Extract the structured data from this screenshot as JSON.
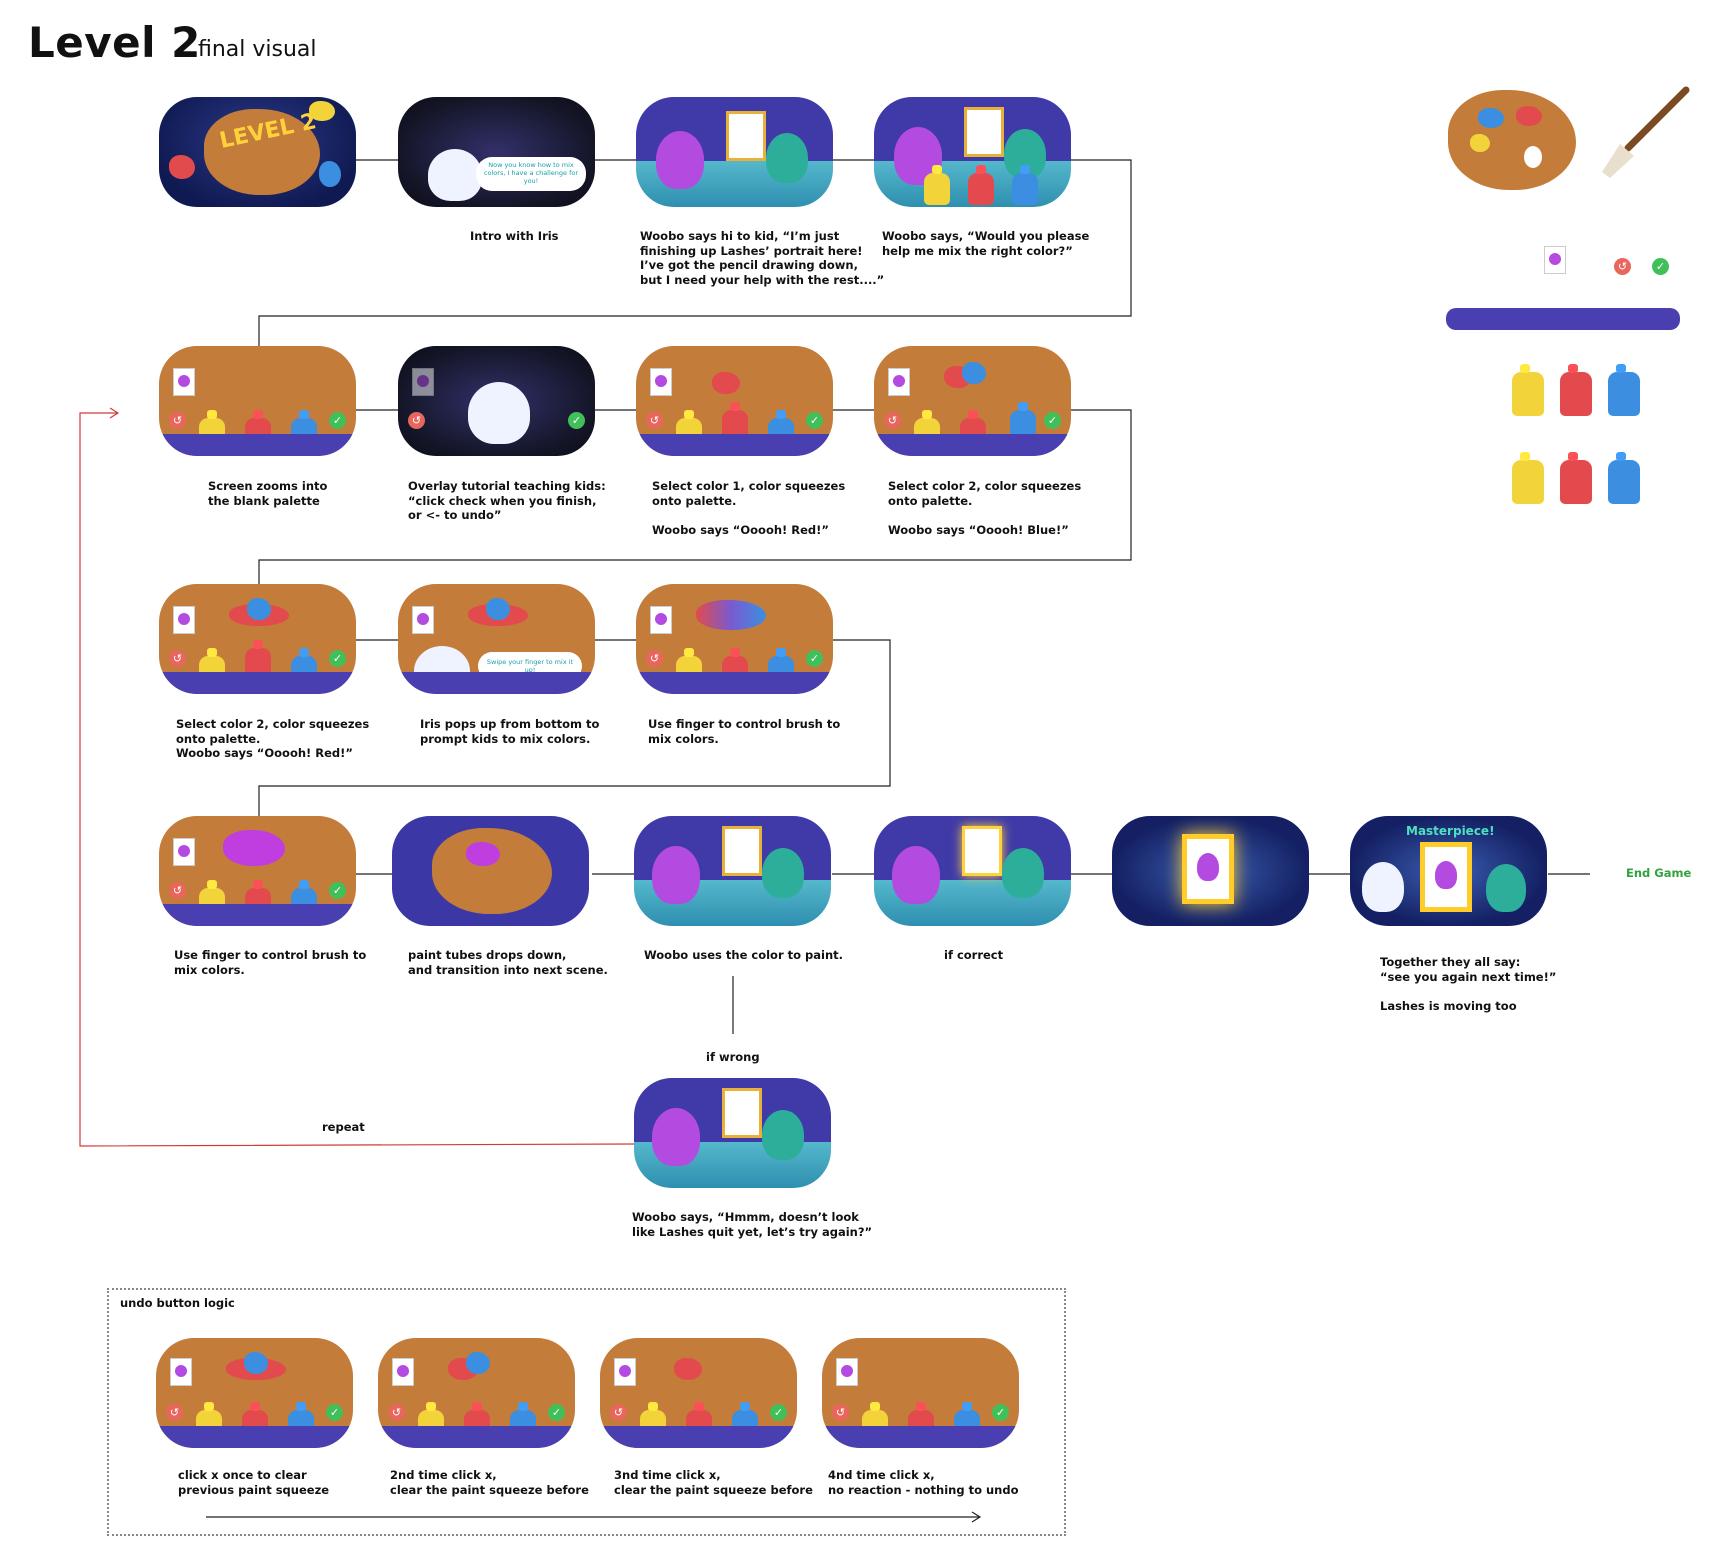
{
  "header": {
    "title": "Level 2",
    "subtitle": "final visual"
  },
  "frames": {
    "f1": {
      "kind": "level-title",
      "text": "LEVEL 2"
    },
    "f2": {
      "kind": "iris-intro",
      "bubble": "Now you know how to mix colors, I have a challenge for you!"
    },
    "f9": {
      "kind": "iris-swipe",
      "bubble": "Swipe your finger to mix it up!"
    },
    "f18": {
      "kind": "masterpiece",
      "banner": "Masterpiece!"
    }
  },
  "captions": {
    "c2": "Intro with Iris",
    "c3": "Woobo says hi to kid, “I’m just\nfinishing up Lashes’ portrait here!\nI’ve got the pencil drawing down,\nbut I need your help with the rest....”",
    "c4": "Woobo says, “Would you please\nhelp me mix the right color?”",
    "c5": "Screen zooms into\nthe blank palette",
    "c6": "Overlay tutorial teaching kids:\n“click check when you finish,\nor <- to undo”",
    "c7": "Select color 1, color squeezes\nonto palette.\n\nWoobo says “Ooooh! Red!”",
    "c8": "Select color 2, color squeezes\nonto palette.\n\nWoobo says “Ooooh! Blue!”",
    "c9": "Select color 2, color squeezes\nonto palette.\nWoobo says “Ooooh! Red!”",
    "c10": "Iris pops up from bottom to\nprompt kids to mix colors.",
    "c11": "Use finger to control brush to\nmix colors.",
    "c12": "Use finger to control brush to\nmix colors.",
    "c13": "paint tubes drops down,\nand transition into next scene.",
    "c14": "Woobo uses the color to paint.",
    "c15": "if correct",
    "c18": "Together they all say:\n“see you again next time!”\n\nLashes is moving too",
    "wrong_label": "if wrong",
    "c19": "Woobo says, “Hmmm, doesn’t look\nlike Lashes quit yet, let’s try again?”",
    "repeat": "repeat",
    "end": "End Game"
  },
  "undo_logic": {
    "label": "undo button logic",
    "steps": [
      "click x once to clear\nprevious paint squeeze",
      "2nd time click x,\nclear the paint squeeze before",
      "3nd time click x,\nclear the paint squeeze before",
      "4nd time click x,\nno reaction - nothing to undo"
    ]
  },
  "colors": {
    "flow_line": "#222222",
    "repeat_line": "#d23a3a",
    "end_label": "#2fa33e",
    "palette": "#c47c3a",
    "night": "#101a52"
  },
  "icons": [
    "palette-icon",
    "paintbrush-icon",
    "portrait-card-icon",
    "undo-icon",
    "check-icon",
    "yellow-tube-icon",
    "red-tube-icon",
    "blue-tube-icon"
  ]
}
